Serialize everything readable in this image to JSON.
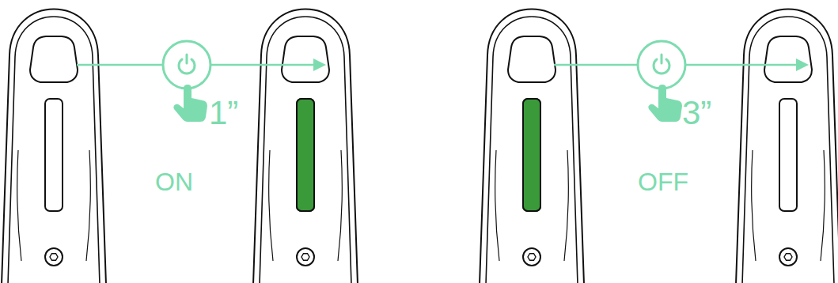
{
  "diagram": {
    "labels": [
      "1”",
      "ON",
      "3”",
      "OFF"
    ]
  }
}
